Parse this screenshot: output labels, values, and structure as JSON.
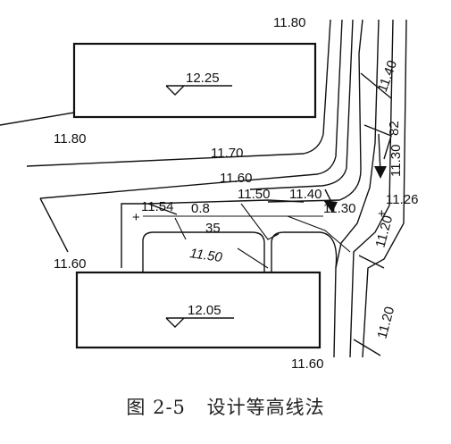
{
  "figure": {
    "caption_number": "图 2-5",
    "caption_title": "设计等高线法"
  },
  "buildings": {
    "top_elevation": "12.25",
    "bottom_elevation": "12.05"
  },
  "contours": {
    "c1180_top": "11.80",
    "c1180_left": "11.80",
    "c1170": "11.70",
    "c1160_upper": "11.60",
    "c1160_left": "11.60",
    "c1160_bottom": "11.60",
    "c1150": "11.50",
    "c1140_mid": "11.40",
    "c1130_mid": "11.30",
    "c1150_yard": "11.50"
  },
  "road": {
    "c1140": "11.40",
    "c1130": "11.30",
    "c1120_upper": "11.20",
    "c1120_lower": "11.20",
    "slope_length": "82"
  },
  "spot_heights": {
    "left": "11.54",
    "right": "11.26"
  },
  "dimensions": {
    "distance": "0.8",
    "length": "35"
  }
}
